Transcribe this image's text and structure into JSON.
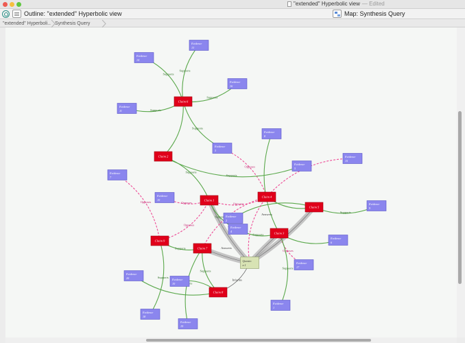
{
  "window": {
    "title": "\"extended\" Hyperbolic view",
    "edited": "— Edited"
  },
  "toolbar": {
    "outline_title": "Outline: \"extended\" Hyperbolic view",
    "map_title": "Map: Synthesis Query"
  },
  "breadcrumbs": [
    "\"extended\" Hyperboli...",
    "Synthesis Query"
  ],
  "colors": {
    "claim": "#e0001a",
    "evidence": "#8b86ee",
    "question": "#d8e3b4",
    "supports": "#5aa84b",
    "opposes": "#ee4d97",
    "answers": "#9a9a9a"
  },
  "map": {
    "nodes": [
      {
        "id": "ev14",
        "kind": "evidence",
        "l1": "Evidence",
        "l2": "14"
      },
      {
        "id": "ev13",
        "kind": "evidence",
        "l1": "Evidence",
        "l2": "13"
      },
      {
        "id": "ev16",
        "kind": "evidence",
        "l1": "Evidence",
        "l2": "16"
      },
      {
        "id": "cl6",
        "kind": "claim",
        "l1": "Claim 6",
        "l2": ""
      },
      {
        "id": "ev11",
        "kind": "evidence",
        "l1": "Evidence",
        "l2": "11"
      },
      {
        "id": "ev8",
        "kind": "evidence",
        "l1": "Evidence",
        "l2": "8"
      },
      {
        "id": "ev3",
        "kind": "evidence",
        "l1": "Evidence",
        "l2": "3"
      },
      {
        "id": "cl2",
        "kind": "claim",
        "l1": "Claim 2",
        "l2": ""
      },
      {
        "id": "ev15",
        "kind": "evidence",
        "l1": "Evidence",
        "l2": "15"
      },
      {
        "id": "ev5",
        "kind": "evidence",
        "l1": "Evidence",
        "l2": "5"
      },
      {
        "id": "ev7",
        "kind": "evidence",
        "l1": "Evidence",
        "l2": "7"
      },
      {
        "id": "ev10",
        "kind": "evidence",
        "l1": "Evidence",
        "l2": "10"
      },
      {
        "id": "cl1",
        "kind": "claim",
        "l1": "Claim 1",
        "l2": ""
      },
      {
        "id": "cl4",
        "kind": "claim",
        "l1": "Claim 4",
        "l2": ""
      },
      {
        "id": "cl5",
        "kind": "claim",
        "l1": "Claim 5",
        "l2": ""
      },
      {
        "id": "ev9",
        "kind": "evidence",
        "l1": "Evidence",
        "l2": "9"
      },
      {
        "id": "ev2",
        "kind": "evidence",
        "l1": "Evidence",
        "l2": "2"
      },
      {
        "id": "ev4",
        "kind": "evidence",
        "l1": "Evidence",
        "l2": "4"
      },
      {
        "id": "cl3",
        "kind": "claim",
        "l1": "Claim 3",
        "l2": ""
      },
      {
        "id": "ev6",
        "kind": "evidence",
        "l1": "Evidence",
        "l2": "6"
      },
      {
        "id": "cl9",
        "kind": "claim",
        "l1": "Claim 9",
        "l2": ""
      },
      {
        "id": "cl7",
        "kind": "claim",
        "l1": "Claim 7",
        "l2": ""
      },
      {
        "id": "q1",
        "kind": "question",
        "l1": "Questio",
        "l2": "n 1"
      },
      {
        "id": "ev17",
        "kind": "evidence",
        "l1": "Evidence",
        "l2": "17"
      },
      {
        "id": "ev20",
        "kind": "evidence",
        "l1": "Evidence",
        "l2": "20"
      },
      {
        "id": "ev10b",
        "kind": "evidence",
        "l1": "Evidence",
        "l2": "10"
      },
      {
        "id": "cl8",
        "kind": "claim",
        "l1": "Claim 8",
        "l2": ""
      },
      {
        "id": "ev18",
        "kind": "evidence",
        "l1": "Evidence",
        "l2": "18"
      },
      {
        "id": "ev19",
        "kind": "evidence",
        "l1": "Evidence",
        "l2": "19"
      },
      {
        "id": "ev1",
        "kind": "evidence",
        "l1": "Evidence",
        "l2": "1"
      }
    ],
    "edges": [
      {
        "from": "ev14",
        "to": "cl6",
        "type": "supports",
        "label": "Supports"
      },
      {
        "from": "ev13",
        "to": "cl6",
        "type": "supports",
        "label": "Supports"
      },
      {
        "from": "ev16",
        "to": "cl6",
        "type": "supports",
        "label": "Supports"
      },
      {
        "from": "ev11",
        "to": "cl6",
        "type": "supports",
        "label": "Supports"
      },
      {
        "from": "cl6",
        "to": "cl2",
        "type": "supports",
        "label": ""
      },
      {
        "from": "cl6",
        "to": "ev3",
        "type": "supports",
        "label": "Supports"
      },
      {
        "from": "ev3",
        "to": "cl4",
        "type": "opposes",
        "label": "Opposes"
      },
      {
        "from": "ev8",
        "to": "cl3",
        "type": "supports",
        "label": ""
      },
      {
        "from": "cl2",
        "to": "cl1",
        "type": "supports",
        "label": "Supports"
      },
      {
        "from": "cl2",
        "to": "ev5",
        "type": "supports",
        "label": "Supports"
      },
      {
        "from": "ev7",
        "to": "cl9",
        "type": "opposes",
        "label": "Opposes"
      },
      {
        "from": "ev10",
        "to": "cl1",
        "type": "opposes",
        "label": "Opposes"
      },
      {
        "from": "cl4",
        "to": "cl1",
        "type": "opposes",
        "label": "Opposes"
      },
      {
        "from": "ev15",
        "to": "cl4",
        "type": "opposes",
        "label": "Opposes"
      },
      {
        "from": "ev2",
        "to": "cl5",
        "type": "supports",
        "label": ""
      },
      {
        "from": "cl5",
        "to": "ev9",
        "type": "supports",
        "label": "Supports"
      },
      {
        "from": "cl5",
        "to": "cl4",
        "type": "supports",
        "label": ""
      },
      {
        "from": "cl1",
        "to": "ev4",
        "type": "supports",
        "label": "Supports"
      },
      {
        "from": "cl3",
        "to": "ev4",
        "type": "supports",
        "label": "Supports"
      },
      {
        "from": "cl3",
        "to": "ev6",
        "type": "supports",
        "label": ""
      },
      {
        "from": "ev17",
        "to": "cl3",
        "type": "opposes",
        "label": "Opposes"
      },
      {
        "from": "cl9",
        "to": "cl7",
        "type": "supports",
        "label": "Supports"
      },
      {
        "from": "cl1",
        "to": "cl9",
        "type": "opposes",
        "label": "Opposes"
      },
      {
        "from": "cl7",
        "to": "cl8",
        "type": "supports",
        "label": "Supports"
      },
      {
        "from": "ev10b",
        "to": "cl8",
        "type": "supports",
        "label": ""
      },
      {
        "from": "ev20",
        "to": "cl8",
        "type": "supports",
        "label": ""
      },
      {
        "from": "cl9",
        "to": "ev18",
        "type": "supports",
        "label": "Supports"
      },
      {
        "from": "cl7",
        "to": "ev19",
        "type": "supports",
        "label": "Supports"
      },
      {
        "from": "cl3",
        "to": "ev1",
        "type": "supports",
        "label": "Supports"
      },
      {
        "from": "cl4",
        "to": "cl7",
        "type": "opposes",
        "label": ""
      },
      {
        "from": "q1",
        "to": "cl8",
        "type": "informs",
        "label": "Informs"
      },
      {
        "from": "cl4",
        "to": "q1",
        "type": "opposes",
        "label": ""
      }
    ],
    "answers": [
      {
        "from": "cl1",
        "label": "Answers"
      },
      {
        "from": "cl7",
        "label": "Answers"
      },
      {
        "from": "cl3",
        "label": "Answers"
      },
      {
        "from": "cl5",
        "label": ""
      }
    ]
  }
}
